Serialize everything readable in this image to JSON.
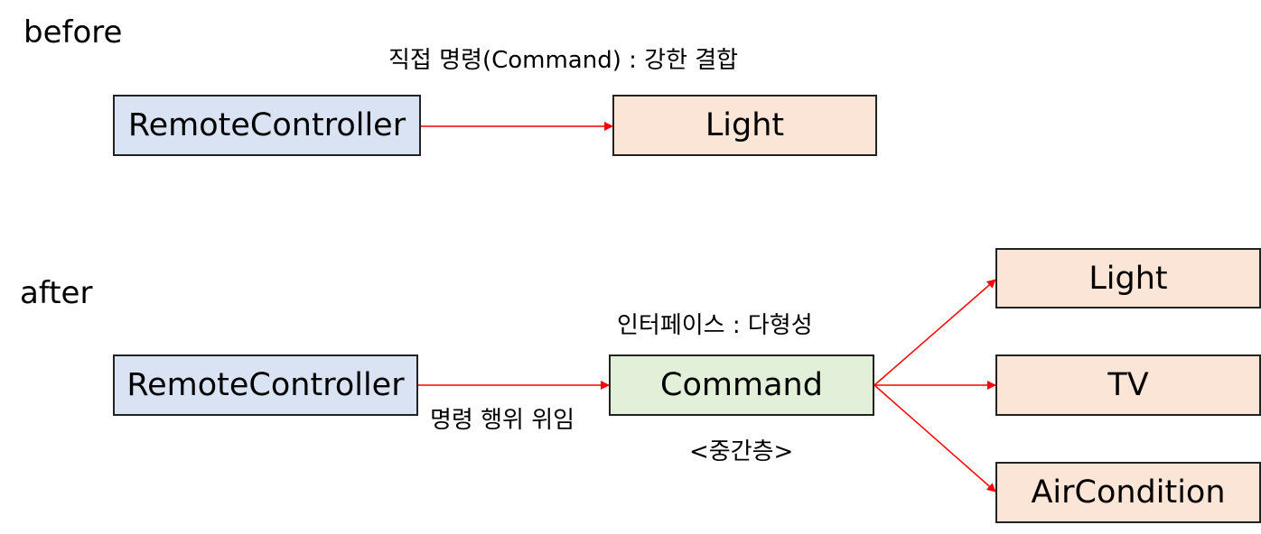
{
  "before": {
    "title": "before",
    "edge_label": "직접 명령(Command) : 강한 결합",
    "source": "RemoteController",
    "target": "Light"
  },
  "after": {
    "title": "after",
    "interface_label": "인터페이스 : 다형성",
    "delegation_label": "명령 행위 위임",
    "middle_layer_label": "<중간층>",
    "source": "RemoteController",
    "command": "Command",
    "receivers": [
      "Light",
      "TV",
      "AirCondition"
    ]
  },
  "colors": {
    "controller_fill": "#dae3f3",
    "command_fill": "#e2f0d9",
    "receiver_fill": "#fbe5d6",
    "arrow": "#ff0000"
  }
}
